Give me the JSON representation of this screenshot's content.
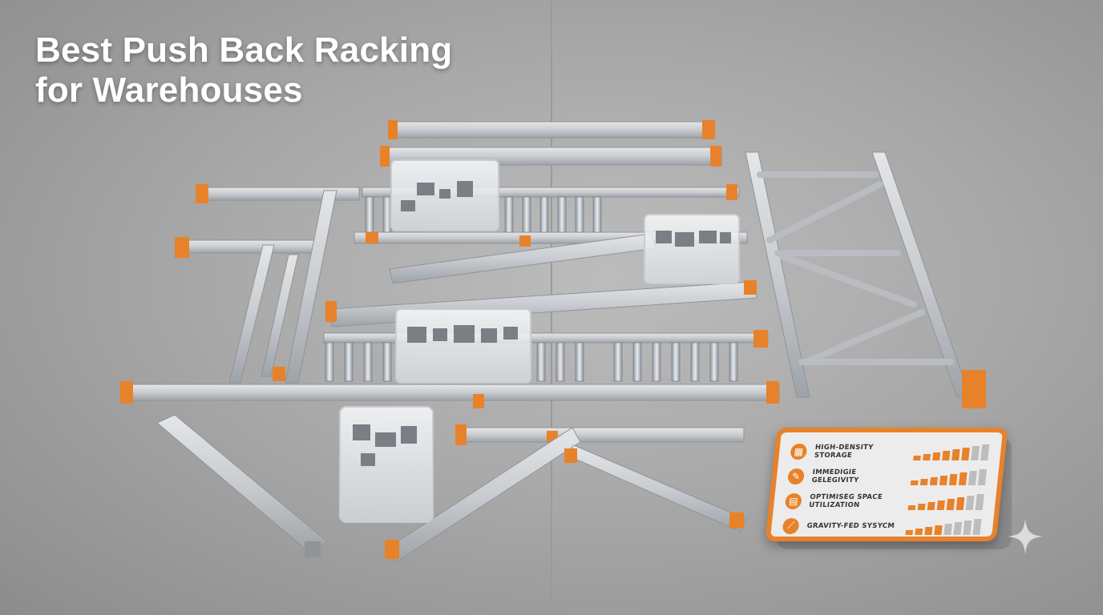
{
  "headline": {
    "line1": "Best Push Back Racking",
    "line2": "for Warehouses"
  },
  "info_card": {
    "features": [
      {
        "label": "HIGH-DENSITY STORAGE",
        "icon": "grid-icon",
        "level": 0.75
      },
      {
        "label": "IMMEDIGIE GELEGIVITY",
        "icon": "tools-icon",
        "level": 0.75
      },
      {
        "label": "OPTIMISEG SPACE UTILIZATION",
        "icon": "map-icon",
        "level": 0.75
      },
      {
        "label": "GRAVITY-FED SYSYCM",
        "icon": "slide-icon",
        "level": 0.5
      }
    ]
  },
  "colors": {
    "accent": "#e8822a",
    "steel": "#c9cccf",
    "steel_dark": "#8f9499",
    "floor": "#a9a9a9",
    "bar_off": "#bdbdbd"
  }
}
